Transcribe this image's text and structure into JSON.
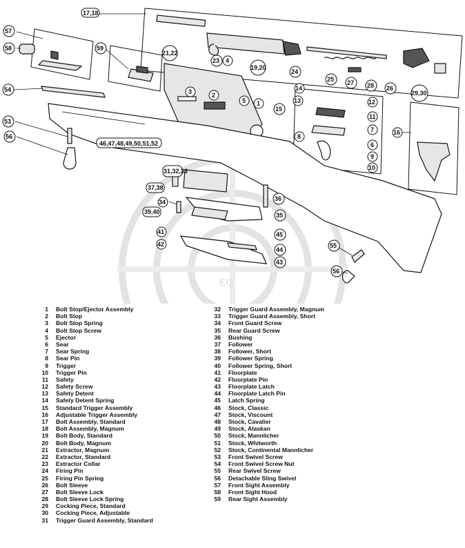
{
  "watermark_text": "EQ",
  "callouts": [
    {
      "id": "c-17-18",
      "text": "17,18"
    },
    {
      "id": "c-57",
      "text": "57"
    },
    {
      "id": "c-58",
      "text": "58"
    },
    {
      "id": "c-59",
      "text": "59"
    },
    {
      "id": "c-21-22",
      "text": "21,22"
    },
    {
      "id": "c-23",
      "text": "23"
    },
    {
      "id": "c-4",
      "text": "4"
    },
    {
      "id": "c-19-20",
      "text": "19,20"
    },
    {
      "id": "c-24",
      "text": "24"
    },
    {
      "id": "c-25",
      "text": "25"
    },
    {
      "id": "c-27",
      "text": "27"
    },
    {
      "id": "c-28",
      "text": "28"
    },
    {
      "id": "c-26",
      "text": "26"
    },
    {
      "id": "c-29-30",
      "text": "29,30"
    },
    {
      "id": "c-54",
      "text": "54"
    },
    {
      "id": "c-3",
      "text": "3"
    },
    {
      "id": "c-2",
      "text": "2"
    },
    {
      "id": "c-5",
      "text": "5"
    },
    {
      "id": "c-1",
      "text": "1"
    },
    {
      "id": "c-14",
      "text": "14"
    },
    {
      "id": "c-13",
      "text": "13"
    },
    {
      "id": "c-12",
      "text": "12"
    },
    {
      "id": "c-11",
      "text": "11"
    },
    {
      "id": "c-15",
      "text": "15"
    },
    {
      "id": "c-7",
      "text": "7"
    },
    {
      "id": "c-8",
      "text": "8"
    },
    {
      "id": "c-6",
      "text": "6"
    },
    {
      "id": "c-9",
      "text": "9"
    },
    {
      "id": "c-10",
      "text": "10"
    },
    {
      "id": "c-16",
      "text": "16"
    },
    {
      "id": "c-53",
      "text": "53"
    },
    {
      "id": "c-56",
      "text": "56"
    },
    {
      "id": "c-stock",
      "text": "46,47,48,49,50,51,52"
    },
    {
      "id": "c-31-33",
      "text": "31,32,33"
    },
    {
      "id": "c-37-38",
      "text": "37,38"
    },
    {
      "id": "c-34",
      "text": "34"
    },
    {
      "id": "c-36",
      "text": "36"
    },
    {
      "id": "c-39-40",
      "text": "39,40"
    },
    {
      "id": "c-35",
      "text": "35"
    },
    {
      "id": "c-41",
      "text": "41"
    },
    {
      "id": "c-42",
      "text": "42"
    },
    {
      "id": "c-45",
      "text": "45"
    },
    {
      "id": "c-44",
      "text": "44"
    },
    {
      "id": "c-43",
      "text": "43"
    },
    {
      "id": "c-55",
      "text": "55"
    },
    {
      "id": "c-56b",
      "text": "56"
    }
  ],
  "legend_left": [
    {
      "num": "1",
      "label": "Bolt Stop/Ejector Assembly"
    },
    {
      "num": "2",
      "label": "Bolt Stop"
    },
    {
      "num": "3",
      "label": "Bolt Stop Spring"
    },
    {
      "num": "4",
      "label": "Bolt Stop Screw"
    },
    {
      "num": "5",
      "label": "Ejector"
    },
    {
      "num": "6",
      "label": "Sear"
    },
    {
      "num": "7",
      "label": "Sear Spring"
    },
    {
      "num": "8",
      "label": "Sear Pin"
    },
    {
      "num": "9",
      "label": "Trigger"
    },
    {
      "num": "10",
      "label": "Trigger Pin"
    },
    {
      "num": "11",
      "label": "Safety"
    },
    {
      "num": "12",
      "label": "Safety Screw"
    },
    {
      "num": "13",
      "label": "Safety Detent"
    },
    {
      "num": "14",
      "label": "Safety Detent Spring"
    },
    {
      "num": "15",
      "label": "Standard Trigger Assembly"
    },
    {
      "num": "16",
      "label": "Adjustable Trigger Assembly"
    },
    {
      "num": "17",
      "label": "Bolt Assembly, Standard"
    },
    {
      "num": "18",
      "label": "Bolt Assembly, Magnum"
    },
    {
      "num": "19",
      "label": "Bolt Body, Standard"
    },
    {
      "num": "20",
      "label": "Bolt Body, Magnum"
    },
    {
      "num": "21",
      "label": "Extractor, Magnum"
    },
    {
      "num": "22",
      "label": "Extractor, Standard"
    },
    {
      "num": "23",
      "label": "Extractor Collar"
    },
    {
      "num": "24",
      "label": "Firing Pin"
    },
    {
      "num": "25",
      "label": "Firing Pin Spring"
    },
    {
      "num": "26",
      "label": "Bolt Sleeve"
    },
    {
      "num": "27",
      "label": "Bolt Sleeve Lock"
    },
    {
      "num": "28",
      "label": "Bolt Sleeve Lock Spring"
    },
    {
      "num": "29",
      "label": "Cocking Piece, Standard"
    },
    {
      "num": "30",
      "label": "Cocking Piece, Adjustable"
    },
    {
      "num": "31",
      "label": "Trigger Guard Assembly, Standard"
    }
  ],
  "legend_right": [
    {
      "num": "32",
      "label": "Trigger Guard Assembly, Magnum"
    },
    {
      "num": "33",
      "label": "Trigger Guard Assembly, Short"
    },
    {
      "num": "34",
      "label": "Front Guard Screw"
    },
    {
      "num": "35",
      "label": "Rear Guard Screw"
    },
    {
      "num": "36",
      "label": "Bushing"
    },
    {
      "num": "37",
      "label": "Follower"
    },
    {
      "num": "38",
      "label": "Follower, Short"
    },
    {
      "num": "39",
      "label": "Follower Spring"
    },
    {
      "num": "40",
      "label": "Follower Spring, Short"
    },
    {
      "num": "41",
      "label": "Floorplate"
    },
    {
      "num": "42",
      "label": "Floorplate Pin"
    },
    {
      "num": "43",
      "label": "Floorplate Latch"
    },
    {
      "num": "44",
      "label": "Floorplate Latch Pin"
    },
    {
      "num": "45",
      "label": "Latch Spring"
    },
    {
      "num": "46",
      "label": "Stock, Classic"
    },
    {
      "num": "47",
      "label": "Stock, Viscount"
    },
    {
      "num": "48",
      "label": "Stock, Cavalier"
    },
    {
      "num": "49",
      "label": "Stock, Alaskan"
    },
    {
      "num": "50",
      "label": "Stock, Mannlicher"
    },
    {
      "num": "51",
      "label": "Stock, Whitworth"
    },
    {
      "num": "52",
      "label": "Stock, Continental Mannlicher"
    },
    {
      "num": "53",
      "label": "Front Swivel Screw"
    },
    {
      "num": "54",
      "label": "Front Swivel Screw Nut"
    },
    {
      "num": "55",
      "label": "Rear Swivel Screw"
    },
    {
      "num": "56",
      "label": "Detachable Sling Swivel"
    },
    {
      "num": "57",
      "label": "Front Sight Assembly"
    },
    {
      "num": "58",
      "label": "Front Sight Hood"
    },
    {
      "num": "59",
      "label": "Rear Sight Assembly"
    }
  ]
}
